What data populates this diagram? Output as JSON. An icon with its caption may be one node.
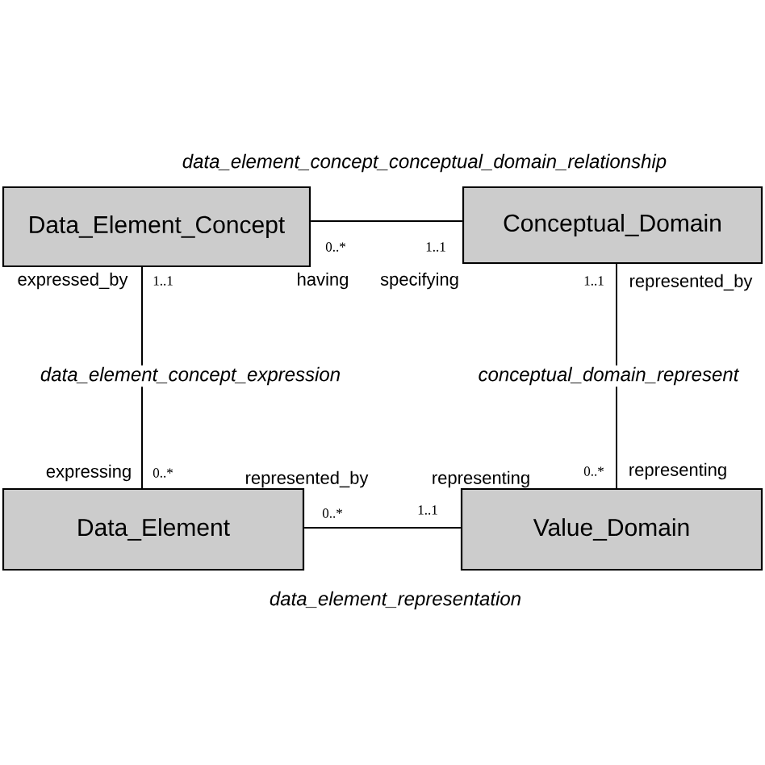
{
  "diagram": {
    "nodes": [
      {
        "text": [
          "Data_Element_Concept"
        ]
      },
      {
        "text": [
          "Conceptual_Domain"
        ]
      },
      {
        "text": [
          "Data_Element"
        ]
      },
      {
        "text": [
          "Value_Domain"
        ]
      }
    ],
    "edges": [
      {
        "from": 0,
        "to": 1,
        "arrow": "none",
        "label": "data_element_concept_conceptual_domain_relationship"
      },
      {
        "from": 0,
        "to": 2,
        "arrow": "none",
        "label": "data_element_concept_expression"
      },
      {
        "from": 1,
        "to": 3,
        "arrow": "none",
        "label": "conceptual_domain_represent"
      },
      {
        "from": 2,
        "to": 3,
        "arrow": "none",
        "label": "data_element_representation"
      }
    ],
    "labels": [
      "0..*",
      "1..1",
      "expressed_by",
      "1..1",
      "having",
      "specifying",
      "1..1",
      "represented_by",
      "expressing",
      "0..*",
      "represented_by",
      "representing",
      "0..*",
      "representing",
      "0..*",
      "1..1"
    ]
  }
}
